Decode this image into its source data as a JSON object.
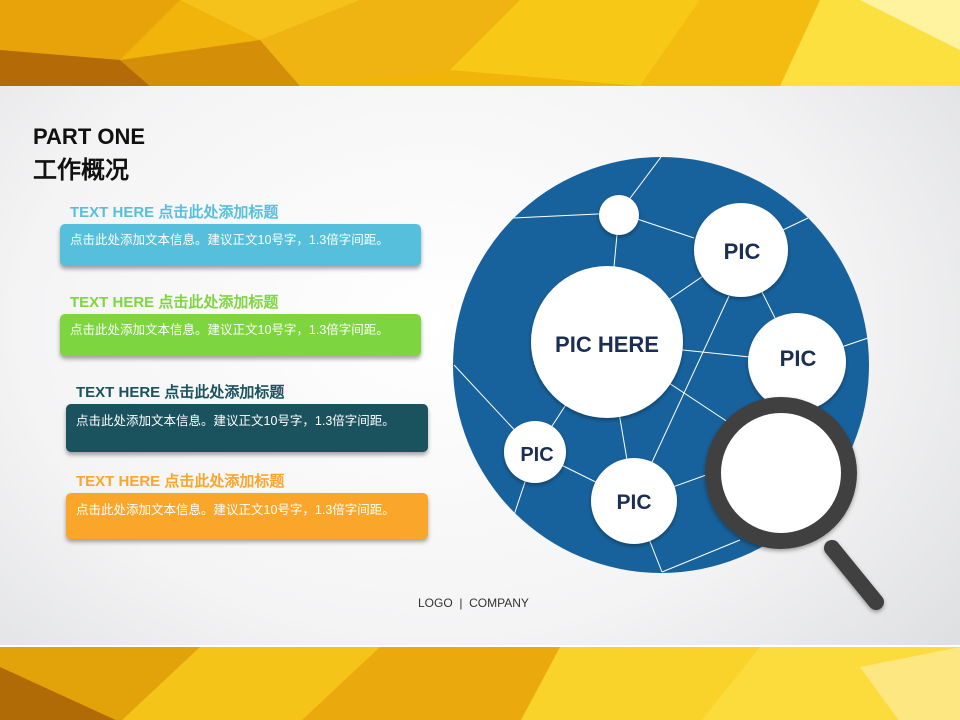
{
  "heading": {
    "part": "PART ONE",
    "title": "工作概况"
  },
  "items": [
    {
      "title": "TEXT HERE 点击此处添加标题",
      "body": "点击此处添加文本信息。建议正文10号字，1.3倍字间距。",
      "color": "#56c0dc"
    },
    {
      "title": "TEXT HERE 点击此处添加标题",
      "body": "点击此处添加文本信息。建议正文10号字，1.3倍字间距。",
      "color": "#7dd63f"
    },
    {
      "title": "TEXT HERE 点击此处添加标题",
      "body": "点击此处添加文本信息。建议正文10号字，1.3倍字间距。",
      "color": "#1a525e"
    },
    {
      "title": "TEXT HERE 点击此处添加标题",
      "body": "点击此处添加文本信息。建议正文10号字，1.3倍字间距。",
      "color": "#f9a62b"
    }
  ],
  "pics": {
    "main": "PIC HERE",
    "p1": "PIC",
    "p2": "PIC",
    "p3": "PIC",
    "p4": "PIC"
  },
  "footer": "LOGO  |  COMPANY",
  "colors": {
    "globe": "#17629d",
    "magnifier": "#414141"
  }
}
